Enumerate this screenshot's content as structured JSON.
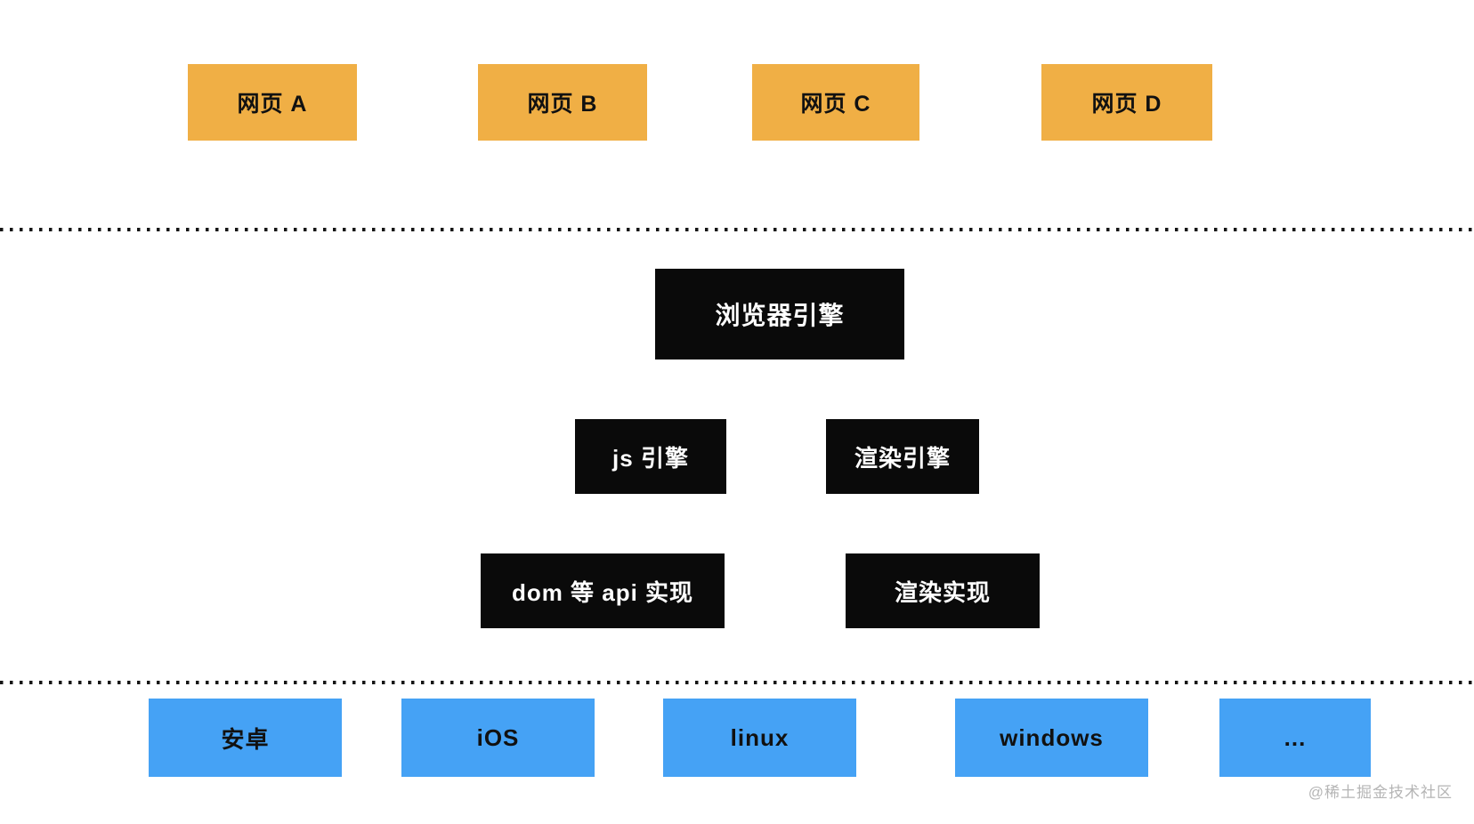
{
  "page": {
    "watermark": "@稀土掘金技术社区"
  },
  "colors": {
    "webpage_box": "#F0AF45",
    "engine_box": "#0A0A0A",
    "platform_box": "#45A2F5",
    "engine_text": "#FFFFFF",
    "box_text": "#111111",
    "divider_dots": "#161616",
    "watermark_text": "#B5B5B5",
    "background": "#FFFFFF"
  },
  "webpages": [
    {
      "label": "网页 A"
    },
    {
      "label": "网页 B"
    },
    {
      "label": "网页 C"
    },
    {
      "label": "网页 D"
    }
  ],
  "browser_engine": {
    "label": "浏览器引擎"
  },
  "engines": [
    {
      "label": "js 引擎"
    },
    {
      "label": "渲染引擎"
    }
  ],
  "implementations": [
    {
      "label": "dom 等 api 实现"
    },
    {
      "label": "渲染实现"
    }
  ],
  "platforms": [
    {
      "label": "安卓"
    },
    {
      "label": "iOS"
    },
    {
      "label": "linux"
    },
    {
      "label": "windows"
    },
    {
      "label": "..."
    }
  ]
}
